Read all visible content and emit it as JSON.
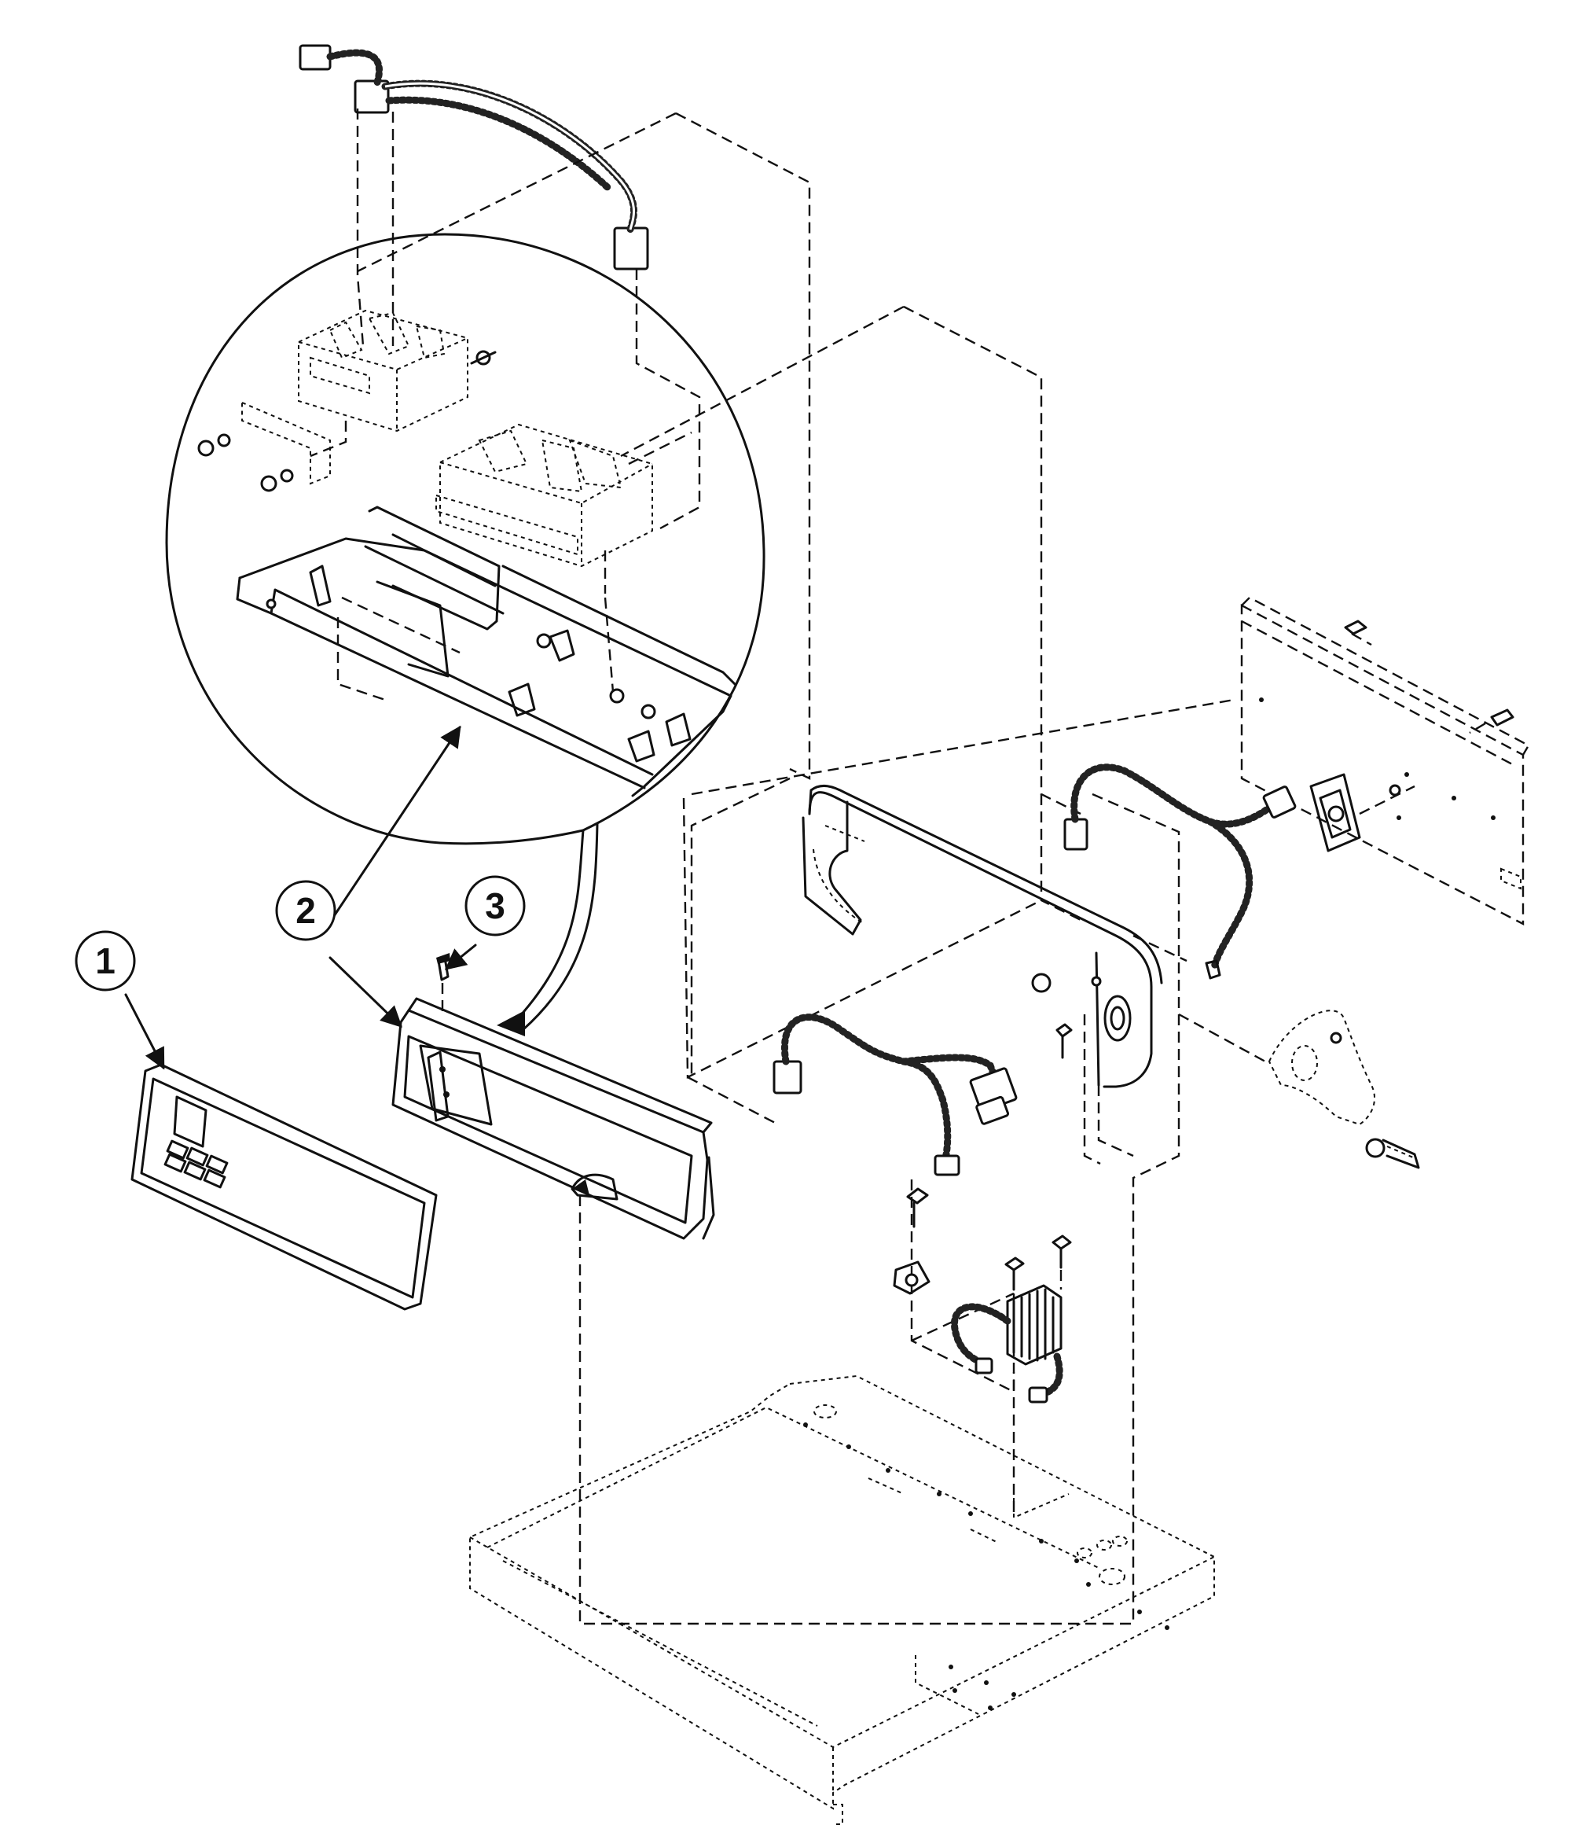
{
  "callouts": [
    {
      "id": "1",
      "label": "1"
    },
    {
      "id": "2",
      "label": "2"
    },
    {
      "id": "3",
      "label": "3"
    }
  ],
  "icons": [
    "wire-harness-icon",
    "control-board-icon",
    "screw-icon",
    "bracket-icon"
  ]
}
